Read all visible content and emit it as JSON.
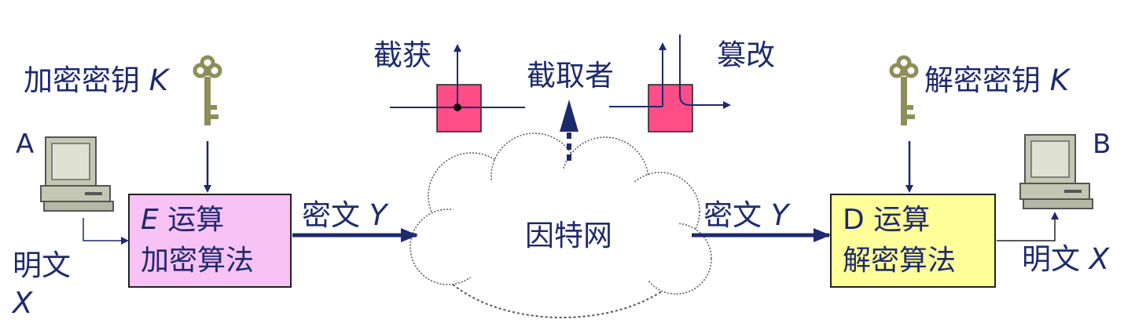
{
  "sender": {
    "id": "A",
    "plaintext_label": "明文",
    "plaintext_var": "X"
  },
  "receiver": {
    "id": "B",
    "plaintext_label": "明文",
    "plaintext_var": "X"
  },
  "encrypt_key": {
    "label": "加密密钥",
    "var": "K"
  },
  "decrypt_key": {
    "label": "解密密钥",
    "var": "K"
  },
  "encrypt_box": {
    "var": "E",
    "line1": "运算",
    "line2": "加密算法",
    "fill": "#f9c2f5"
  },
  "decrypt_box": {
    "var": "D",
    "line1": "运算",
    "line2": "解密算法",
    "fill": "#ffff99"
  },
  "ciphertext_left": {
    "label": "密文",
    "var": "Y"
  },
  "ciphertext_right": {
    "label": "密文",
    "var": "Y"
  },
  "network": {
    "label": "因特网"
  },
  "attacker": {
    "label": "截取者",
    "intercept_label": "截获",
    "tamper_label": "篡改",
    "node_color": "#ff4d88"
  },
  "colors": {
    "line": "#1e2a6e",
    "key": "#8e8e5a"
  }
}
